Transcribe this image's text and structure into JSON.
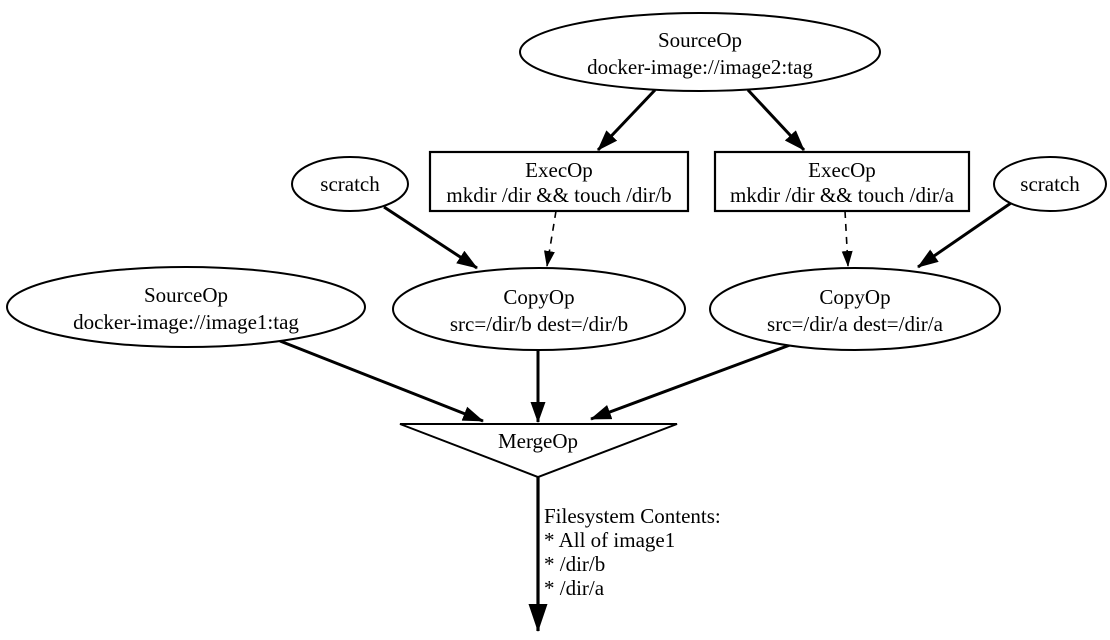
{
  "colors": {
    "background": "#ffffff",
    "stroke": "#000000",
    "node_fill": "#ffffff"
  },
  "nodes": {
    "source2": {
      "shape": "ellipse",
      "title": "SourceOp",
      "subtitle": "docker-image://image2:tag"
    },
    "exec_b": {
      "shape": "box",
      "title": "ExecOp",
      "subtitle": "mkdir /dir && touch /dir/b"
    },
    "exec_a": {
      "shape": "box",
      "title": "ExecOp",
      "subtitle": "mkdir /dir && touch /dir/a"
    },
    "scratch_left": {
      "shape": "ellipse",
      "title": "scratch"
    },
    "scratch_right": {
      "shape": "ellipse",
      "title": "scratch"
    },
    "source1": {
      "shape": "ellipse",
      "title": "SourceOp",
      "subtitle": "docker-image://image1:tag"
    },
    "copy_b": {
      "shape": "ellipse",
      "title": "CopyOp",
      "subtitle": "src=/dir/b dest=/dir/b"
    },
    "copy_a": {
      "shape": "ellipse",
      "title": "CopyOp",
      "subtitle": "src=/dir/a dest=/dir/a"
    },
    "merge": {
      "shape": "invtriangle",
      "title": "MergeOp"
    }
  },
  "output_label": {
    "lines": [
      "Filesystem Contents:",
      "* All of image1",
      "* /dir/b",
      "* /dir/a"
    ]
  },
  "edges": [
    {
      "from": "source2",
      "to": "exec_b",
      "style": "bold"
    },
    {
      "from": "source2",
      "to": "exec_a",
      "style": "bold"
    },
    {
      "from": "exec_b",
      "to": "copy_b",
      "style": "dashed"
    },
    {
      "from": "exec_a",
      "to": "copy_a",
      "style": "dashed"
    },
    {
      "from": "scratch_left",
      "to": "copy_b",
      "style": "bold"
    },
    {
      "from": "scratch_right",
      "to": "copy_a",
      "style": "bold"
    },
    {
      "from": "source1",
      "to": "merge",
      "style": "bold"
    },
    {
      "from": "copy_b",
      "to": "merge",
      "style": "bold"
    },
    {
      "from": "copy_a",
      "to": "merge",
      "style": "bold"
    },
    {
      "from": "merge",
      "to": "output",
      "style": "bold"
    }
  ]
}
